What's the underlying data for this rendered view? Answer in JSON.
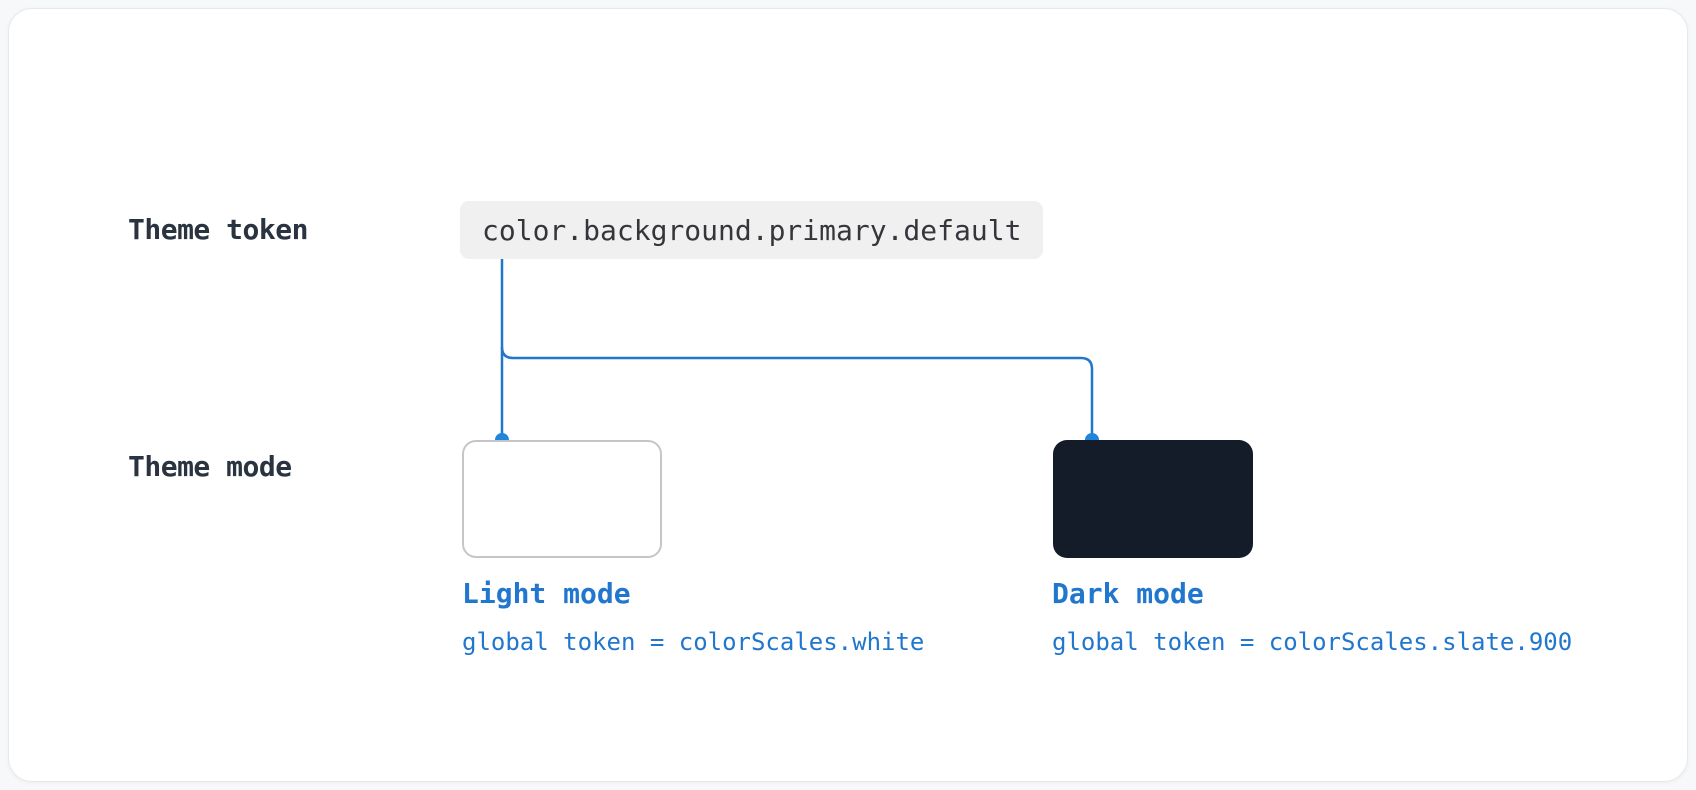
{
  "diagram": {
    "labels": {
      "theme_token": "Theme token",
      "theme_mode": "Theme mode"
    },
    "token": {
      "value": "color.background.primary.default"
    },
    "modes": [
      {
        "title": "Light mode",
        "mapping": "global token = colorScales.white",
        "swatch": "light"
      },
      {
        "title": "Dark mode",
        "mapping": "global token = colorScales.slate.900",
        "swatch": "dark"
      }
    ],
    "colors": {
      "accent_blue": "#2176cd",
      "dot_blue": "#2184dd",
      "heading_text": "#2a3340",
      "code_text": "#36353b",
      "chip_bg": "#f0f0f0",
      "dark_swatch": "#151c29",
      "light_swatch_border": "#c6c6ca",
      "card_border": "#e6e8eb",
      "page_bg": "#f7f8fa",
      "card_bg": "#ffffff"
    }
  }
}
